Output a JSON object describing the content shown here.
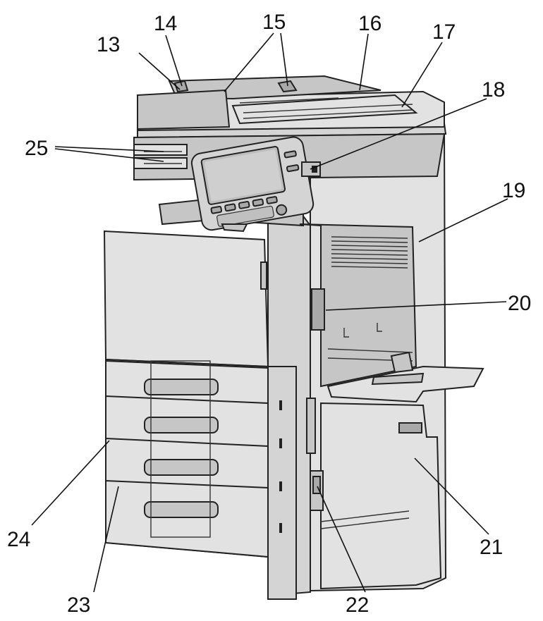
{
  "callouts": [
    {
      "id": "c13",
      "text": "13"
    },
    {
      "id": "c14",
      "text": "14"
    },
    {
      "id": "c15",
      "text": "15"
    },
    {
      "id": "c16",
      "text": "16"
    },
    {
      "id": "c17",
      "text": "17"
    },
    {
      "id": "c18",
      "text": "18"
    },
    {
      "id": "c19",
      "text": "19"
    },
    {
      "id": "c20",
      "text": "20"
    },
    {
      "id": "c21",
      "text": "21"
    },
    {
      "id": "c22",
      "text": "22"
    },
    {
      "id": "c23",
      "text": "23"
    },
    {
      "id": "c24",
      "text": "24"
    },
    {
      "id": "c25",
      "text": "25"
    }
  ],
  "colors": {
    "machine_body": "#d4d4d4",
    "ink": "#111111",
    "screen": "#bdbdbd"
  }
}
